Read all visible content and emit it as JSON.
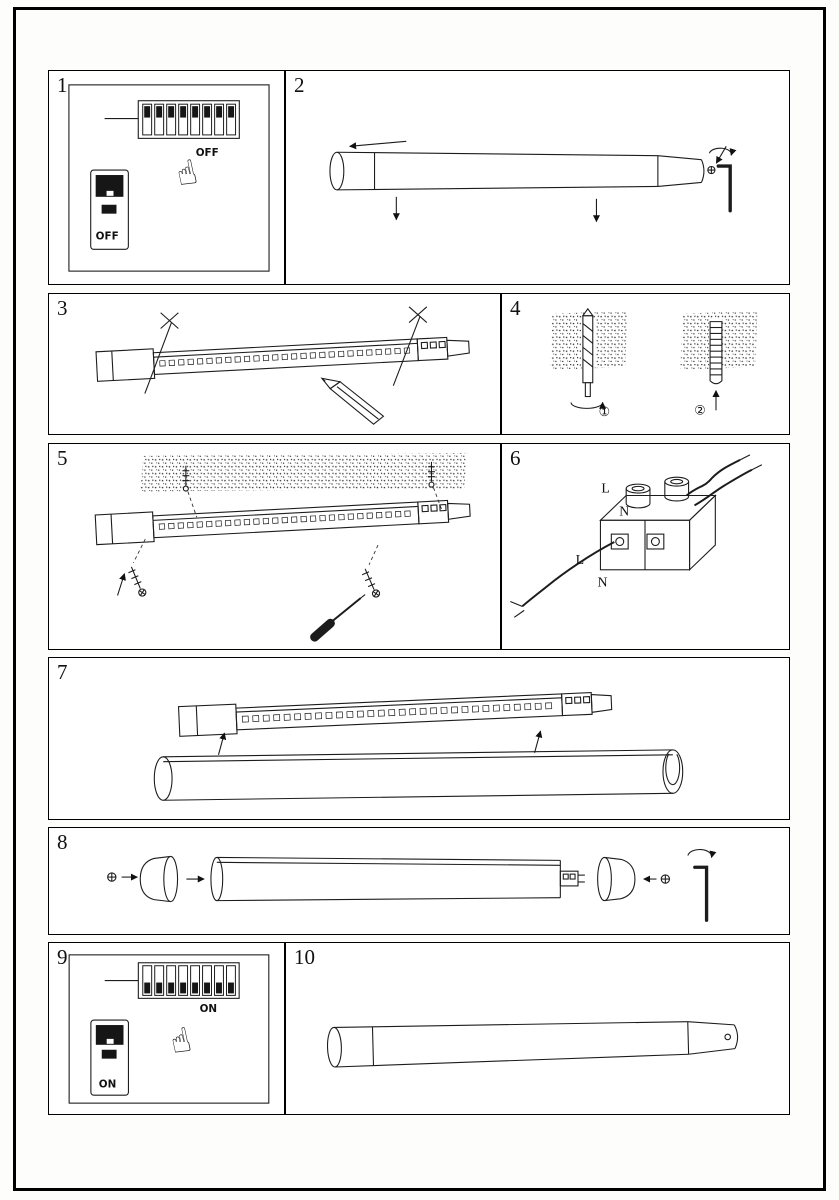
{
  "sheet": {
    "steps": [
      {
        "number": "1"
      },
      {
        "number": "2"
      },
      {
        "number": "3"
      },
      {
        "number": "4"
      },
      {
        "number": "5"
      },
      {
        "number": "6"
      },
      {
        "number": "7"
      },
      {
        "number": "8"
      },
      {
        "number": "9"
      },
      {
        "number": "10"
      }
    ],
    "labels": {
      "off": "OFF",
      "on": "ON",
      "live": "L",
      "neutral": "N",
      "marker1": "①",
      "marker2": "②"
    },
    "icons": {
      "hand": "☝"
    },
    "colors": {
      "ink": "#1c1c1c",
      "paper": "#ffffff"
    }
  }
}
